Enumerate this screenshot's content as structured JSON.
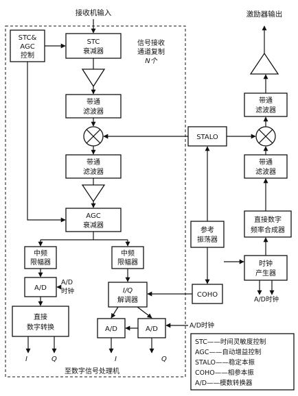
{
  "labels": {
    "receiver_input": "接收机输入",
    "exciter_output": "激励器输出",
    "replicate_1": "信号接收",
    "replicate_2": "通道复制",
    "replicate_3": "N个",
    "to_dsp": "至数字信号处理机",
    "ad_clock_1": "A/D时钟",
    "ad_clock_2": "A/D",
    "ad_clock_3": "时钟",
    "ad_clock_4": "A/D时钟",
    "out_I1": "I",
    "out_Q1": "Q",
    "out_I2": "I",
    "out_Q2": "Q"
  },
  "blocks": {
    "stc_agc_ctrl": [
      "STC&",
      "AGC",
      "控制"
    ],
    "stc_att": [
      "STC",
      "衰减器"
    ],
    "bpf1": [
      "带通",
      "滤波器"
    ],
    "bpf2": [
      "带通",
      "滤波器"
    ],
    "agc_att": [
      "AGC",
      "衰减器"
    ],
    "if_lim1": [
      "中频",
      "限幅器"
    ],
    "if_lim2": [
      "中频",
      "限幅器"
    ],
    "ad1": "A/D",
    "digital_conv": [
      "直接",
      "数字转换"
    ],
    "iq_demod": [
      "I/Q",
      "解调器"
    ],
    "ad2": "A/D",
    "ad3": "A/D",
    "stalo": "STALO",
    "ref_osc": [
      "参考",
      "振荡器"
    ],
    "coho": "COHO",
    "bpf3": [
      "带通",
      "滤波器"
    ],
    "bpf4": [
      "带通",
      "滤波器"
    ],
    "dds": [
      "直接数字",
      "频率合成器"
    ],
    "clock_gen": [
      "时钟",
      "产生器"
    ]
  },
  "legend": [
    "STC——时间灵敏度控制",
    "AGC——自动增益控制",
    "STALO——稳定本振",
    "COHO——相参本振",
    "A/D——模数转换器"
  ]
}
